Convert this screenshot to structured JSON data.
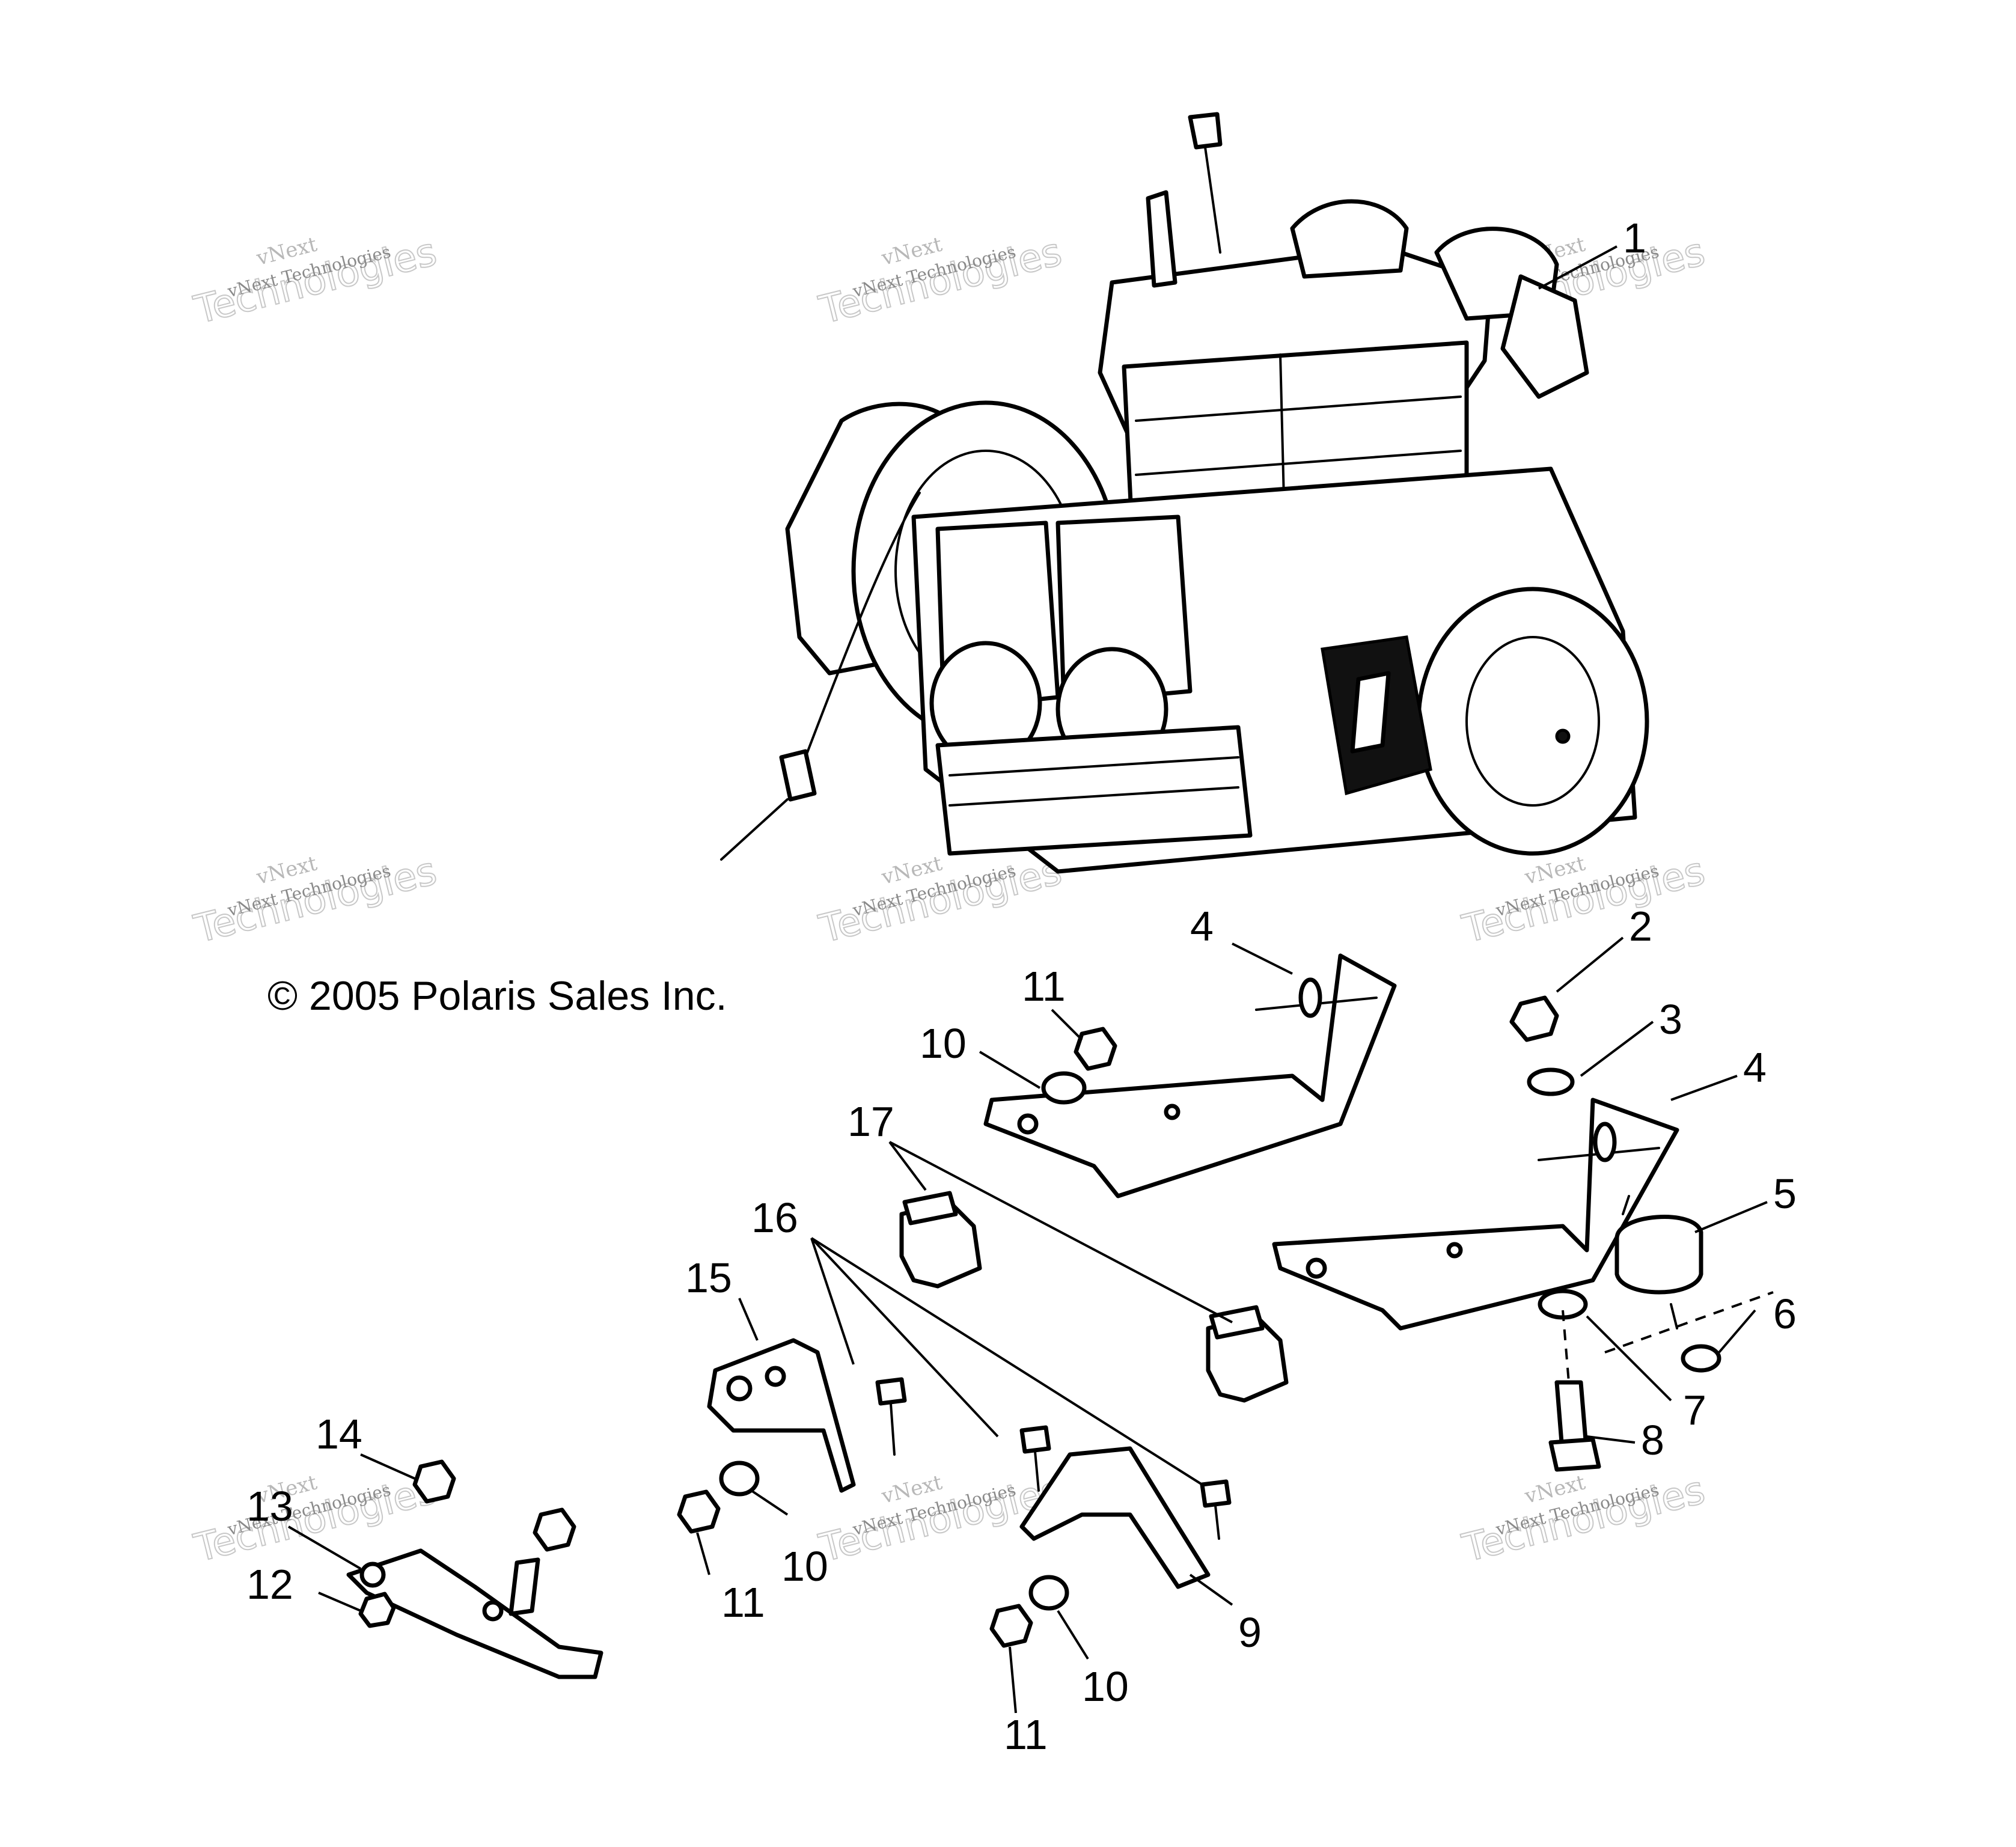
{
  "copyright": "© 2005 Polaris Sales Inc.",
  "watermark": {
    "line1": "vNext",
    "line2": "Technologies",
    "small": "vNext Technologies"
  },
  "callouts": {
    "c1": "1",
    "c2": "2",
    "c3": "3",
    "c4a": "4",
    "c4b": "4",
    "c5": "5",
    "c6": "6",
    "c7": "7",
    "c8": "8",
    "c9": "9",
    "c10a": "10",
    "c10b": "10",
    "c10c": "10",
    "c11a": "11",
    "c11b": "11",
    "c11c": "11",
    "c12": "12",
    "c13": "13",
    "c14": "14",
    "c15": "15",
    "c16": "16",
    "c17": "17"
  }
}
